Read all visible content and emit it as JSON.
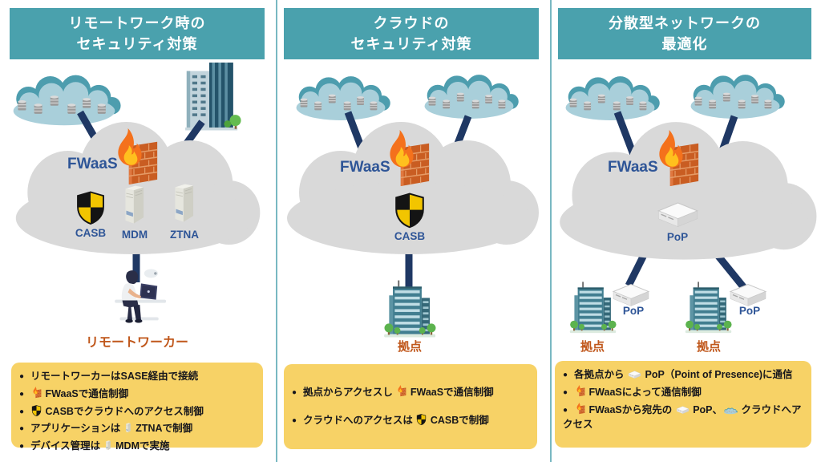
{
  "colors": {
    "header_bg": "#4AA1AD",
    "panel_divider": "#79B8C2",
    "note_bg": "#F7D266",
    "line_navy": "#1F3864",
    "label_blue": "#2E5597",
    "label_orange": "#C0571B",
    "cloud_gray": "#D9D9D9",
    "cloud_teal_dark": "#4D9DAE",
    "cloud_teal_light": "#A9CFDA",
    "flame_orange": "#F4711C",
    "flame_yellow": "#FFC01E",
    "wall_brick": "#C95D22",
    "shield_yellow": "#F2C500",
    "shield_black": "#141414"
  },
  "panels": [
    {
      "title_line1": "リモートワーク時の",
      "title_line2": "セキュリティ対策",
      "labels": {
        "fwaas": "FWaaS",
        "casb": "CASB",
        "mdm": "MDM",
        "ztna": "ZTNA",
        "actor": "リモートワーカー"
      },
      "bullets": [
        [
          {
            "t": "text",
            "v": "リモートワーカーはSASE経由で接続"
          }
        ],
        [
          {
            "t": "icon",
            "v": "fw"
          },
          {
            "t": "text",
            "v": " FWaaSで通信制御"
          }
        ],
        [
          {
            "t": "icon",
            "v": "shield"
          },
          {
            "t": "text",
            "v": " CASBでクラウドへのアクセス制御"
          }
        ],
        [
          {
            "t": "text",
            "v": "アプリケーションは "
          },
          {
            "t": "icon",
            "v": "server"
          },
          {
            "t": "text",
            "v": " ZTNAで制御"
          }
        ],
        [
          {
            "t": "text",
            "v": "デバイス管理は "
          },
          {
            "t": "icon",
            "v": "server"
          },
          {
            "t": "text",
            "v": " MDMで実施"
          }
        ]
      ]
    },
    {
      "title_line1": "クラウドの",
      "title_line2": "セキュリティ対策",
      "labels": {
        "fwaas": "FWaaS",
        "casb": "CASB",
        "site": "拠点"
      },
      "bullets": [
        [
          {
            "t": "text",
            "v": "拠点からアクセスし "
          },
          {
            "t": "icon",
            "v": "fw"
          },
          {
            "t": "text",
            "v": " FWaaSで通信制御"
          }
        ],
        [
          {
            "t": "text",
            "v": "クラウドへのアクセスは "
          },
          {
            "t": "icon",
            "v": "shield"
          },
          {
            "t": "text",
            "v": " CASBで制御"
          }
        ]
      ]
    },
    {
      "title_line1": "分散型ネットワークの",
      "title_line2": "最適化",
      "labels": {
        "fwaas": "FWaaS",
        "pop_core": "PoP",
        "site1": "拠点",
        "site2": "拠点",
        "pop1": "PoP",
        "pop2": "PoP"
      },
      "bullets": [
        [
          {
            "t": "text",
            "v": "各拠点から "
          },
          {
            "t": "icon",
            "v": "pop"
          },
          {
            "t": "text",
            "v": " PoP（Point of Presence)に通信"
          }
        ],
        [
          {
            "t": "icon",
            "v": "fw"
          },
          {
            "t": "text",
            "v": " FWaaSによって通信制御"
          }
        ],
        [
          {
            "t": "icon",
            "v": "fw"
          },
          {
            "t": "text",
            "v": " FWaaSから宛先の "
          },
          {
            "t": "icon",
            "v": "pop"
          },
          {
            "t": "text",
            "v": " PoP、"
          },
          {
            "t": "icon",
            "v": "cloud"
          },
          {
            "t": "text",
            "v": " クラウドへアクセス"
          }
        ]
      ]
    }
  ]
}
